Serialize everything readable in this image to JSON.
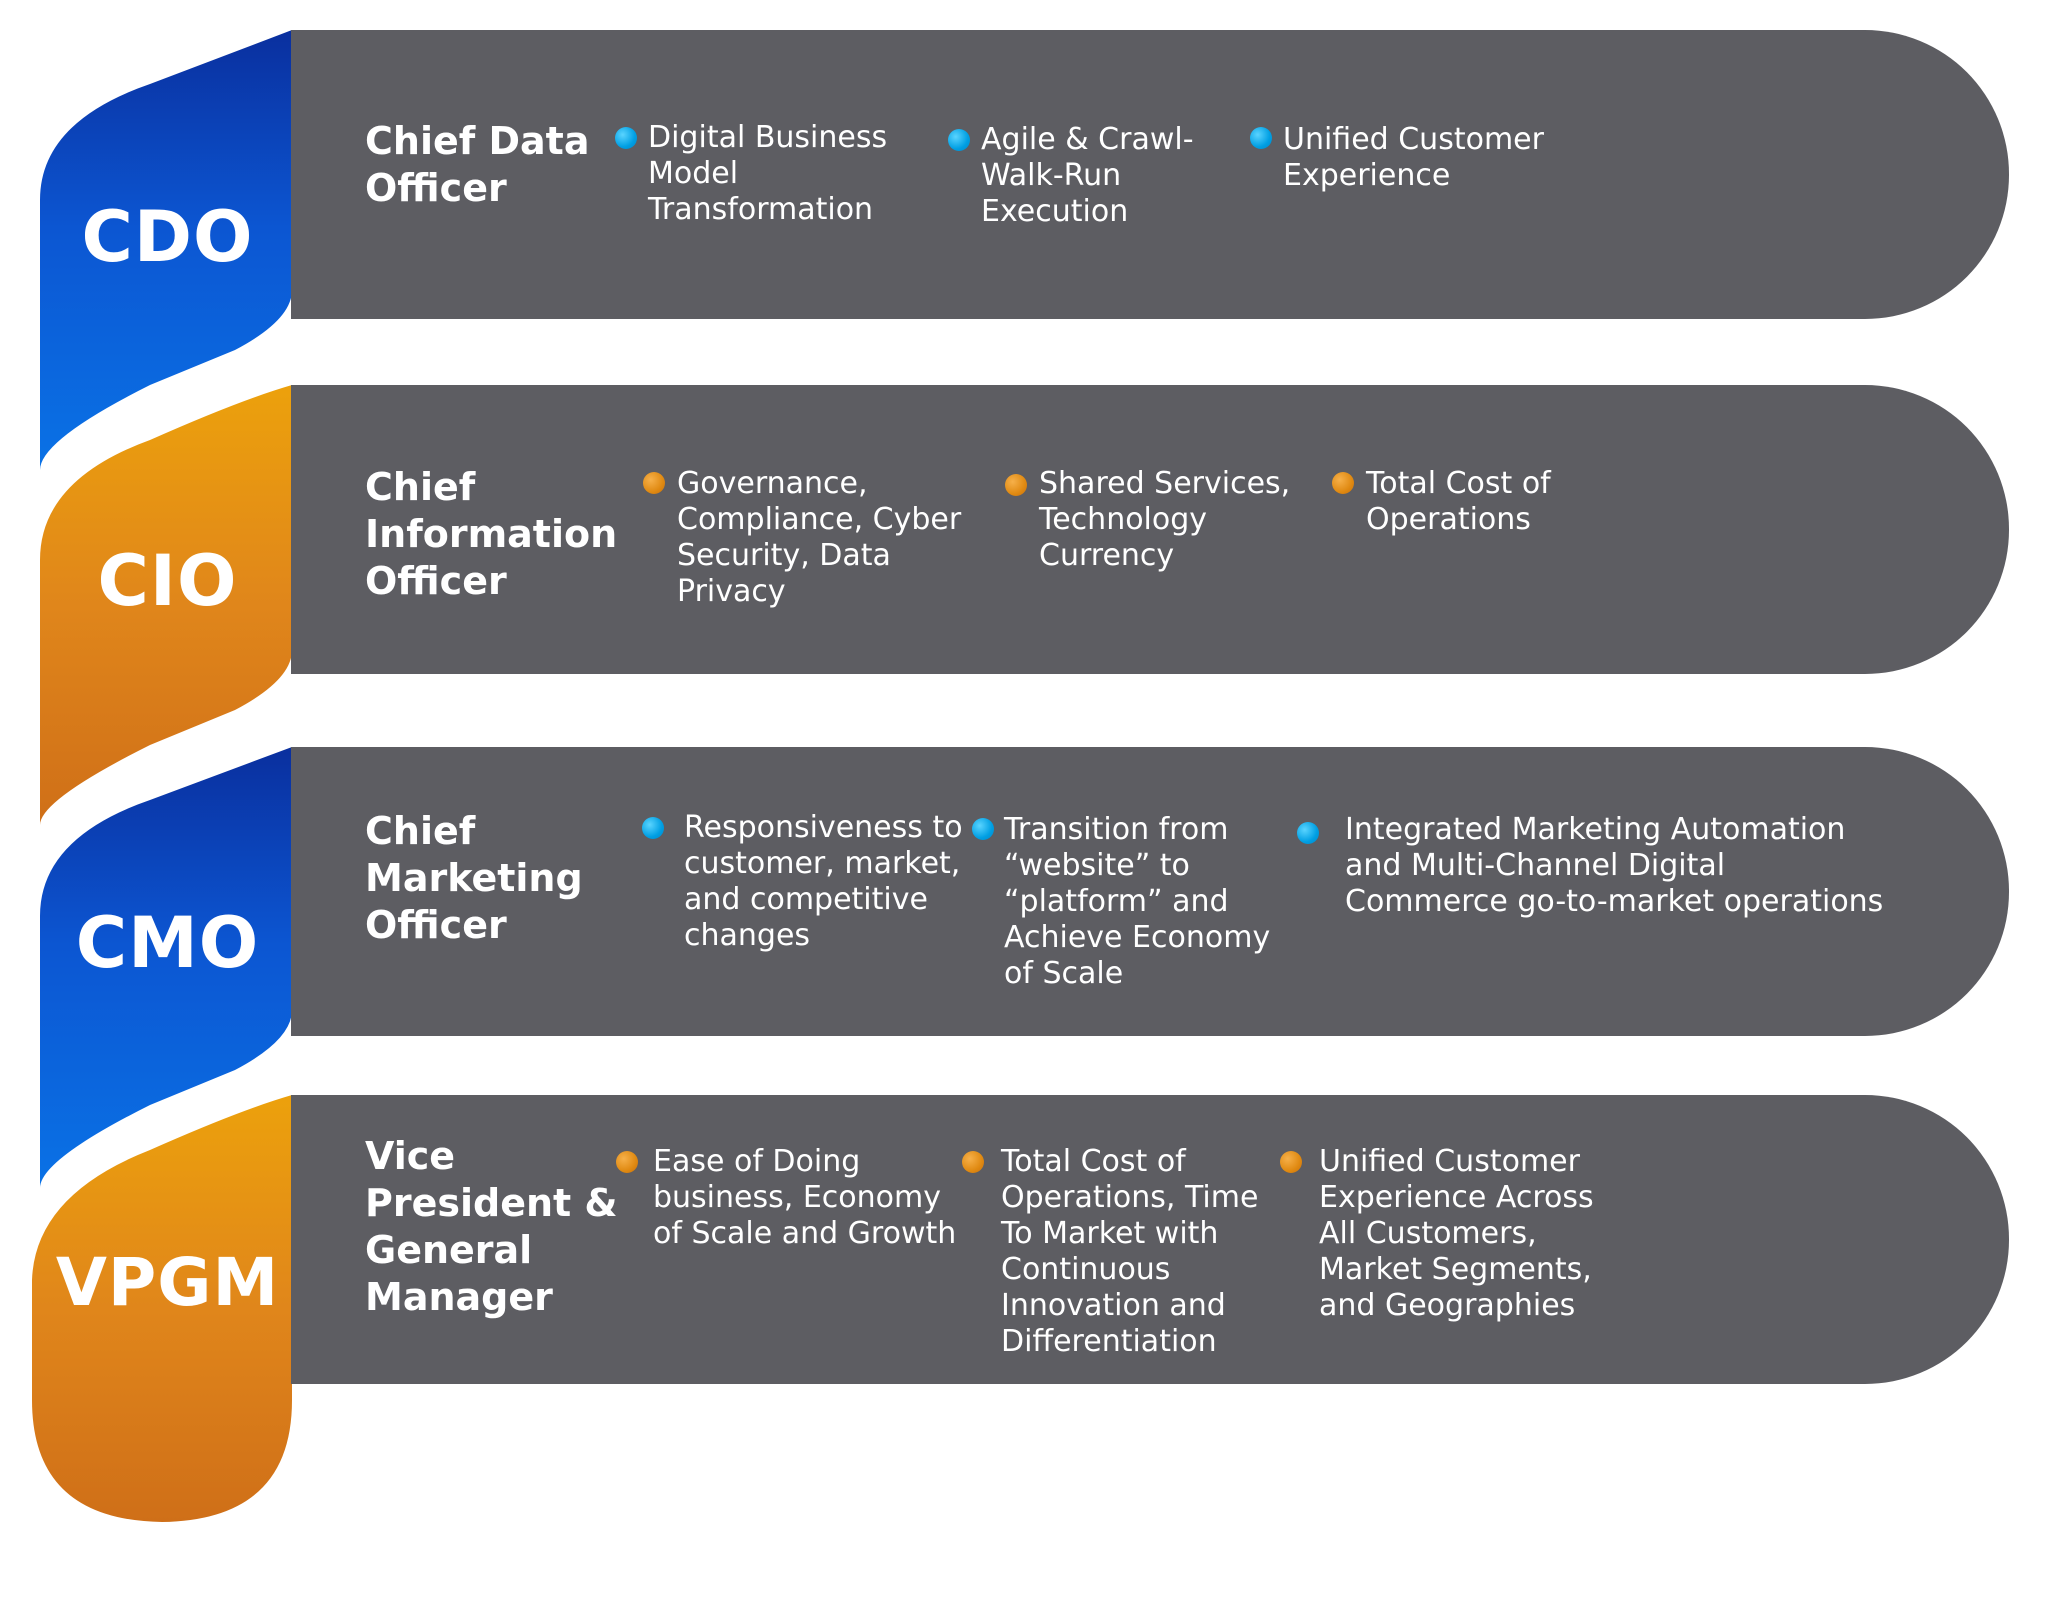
{
  "colors": {
    "band": "#5d5d62",
    "blue_tab": "#0a5fd8",
    "orange_tab": "#e0891a",
    "blue_dot": "#11aae8",
    "orange_dot": "#e08a12",
    "text": "#ffffff"
  },
  "rows": [
    {
      "abbr": "CDO",
      "role": "Chief Data Officer",
      "color": "blue",
      "items": [
        "Digital Business Model Transformation",
        "Agile & Crawl-Walk-Run Execution",
        "Unified Customer Experience"
      ]
    },
    {
      "abbr": "CIO",
      "role": "Chief Information Officer",
      "color": "orange",
      "items": [
        "Governance, Compliance, Cyber Security, Data Privacy",
        "Shared Services, Technology Currency",
        "Total Cost of Operations"
      ]
    },
    {
      "abbr": "CMO",
      "role": "Chief Marketing Officer",
      "color": "blue",
      "items": [
        "Responsiveness to customer, market, and competitive changes",
        "Transition from “website” to “platform” and Achieve Economy of Scale",
        "Integrated Marketing Automation and Multi-Channel Digital Commerce go-to-market operations"
      ]
    },
    {
      "abbr": "VPGM",
      "role": "Vice President & General Manager",
      "color": "orange",
      "items": [
        "Ease of Doing business, Economy of Scale and Growth",
        "Total Cost of Operations, Time To Market with Continuous Innovation and Differentiation",
        "Unified Customer Experience Across All Customers, Market Segments, and Geographies"
      ]
    }
  ]
}
